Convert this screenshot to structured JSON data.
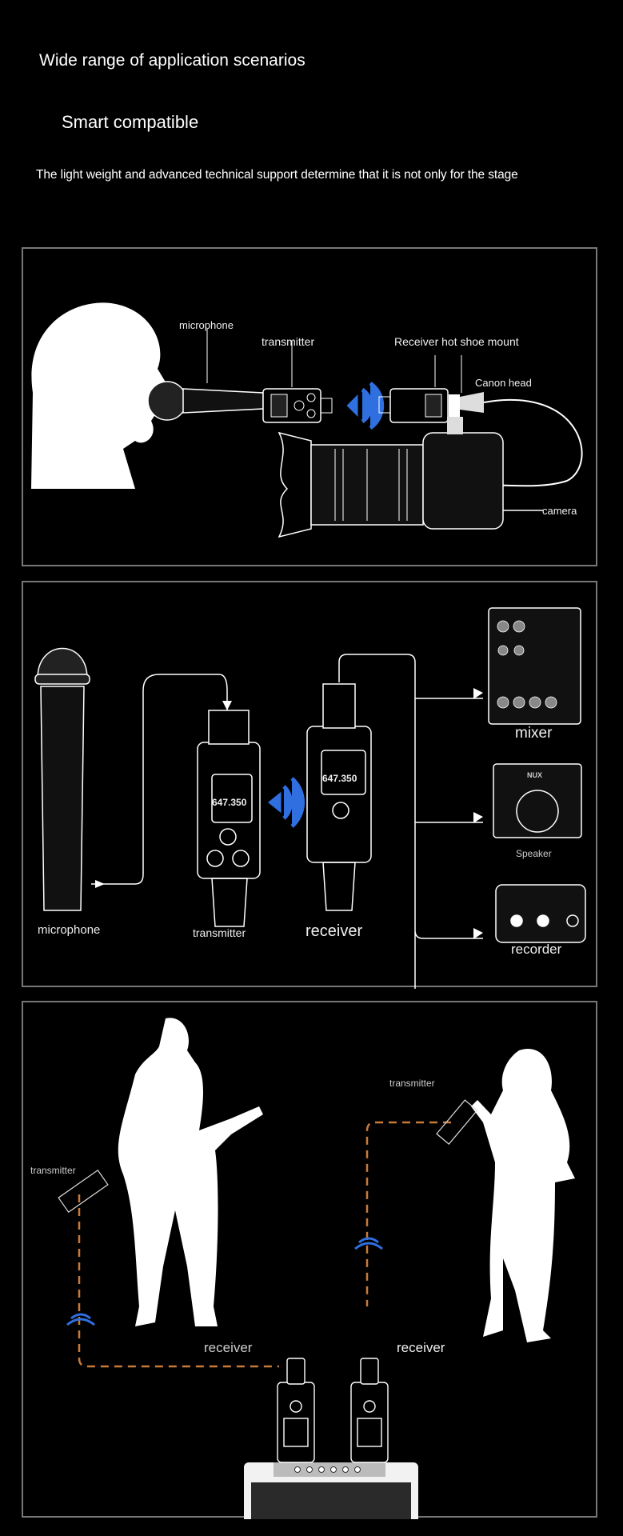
{
  "header": {
    "title": "Wide range of application scenarios",
    "subtitle": "Smart compatible",
    "description": "The light weight and advanced technical support determine that it is not only for the stage"
  },
  "scene_camera": {
    "microphone": "microphone",
    "transmitter": "transmitter",
    "receiver": "Receiver hot shoe mount",
    "canon_head": "Canon head",
    "camera": "camera"
  },
  "scene_outputs": {
    "microphone": "microphone",
    "transmitter": "transmitter",
    "receiver": "receiver",
    "mixer": "mixer",
    "speaker": "Speaker",
    "recorder": "recorder",
    "frequency": "647.350",
    "speaker_brand": "NUX"
  },
  "scene_stage": {
    "transmitter_singer": "transmitter",
    "transmitter_guitar": "transmitter",
    "receiver_left": "receiver",
    "receiver_right": "receiver"
  },
  "colors": {
    "wave": "#2f6fe0",
    "cable": "#c87a3a",
    "border": "#777777"
  }
}
